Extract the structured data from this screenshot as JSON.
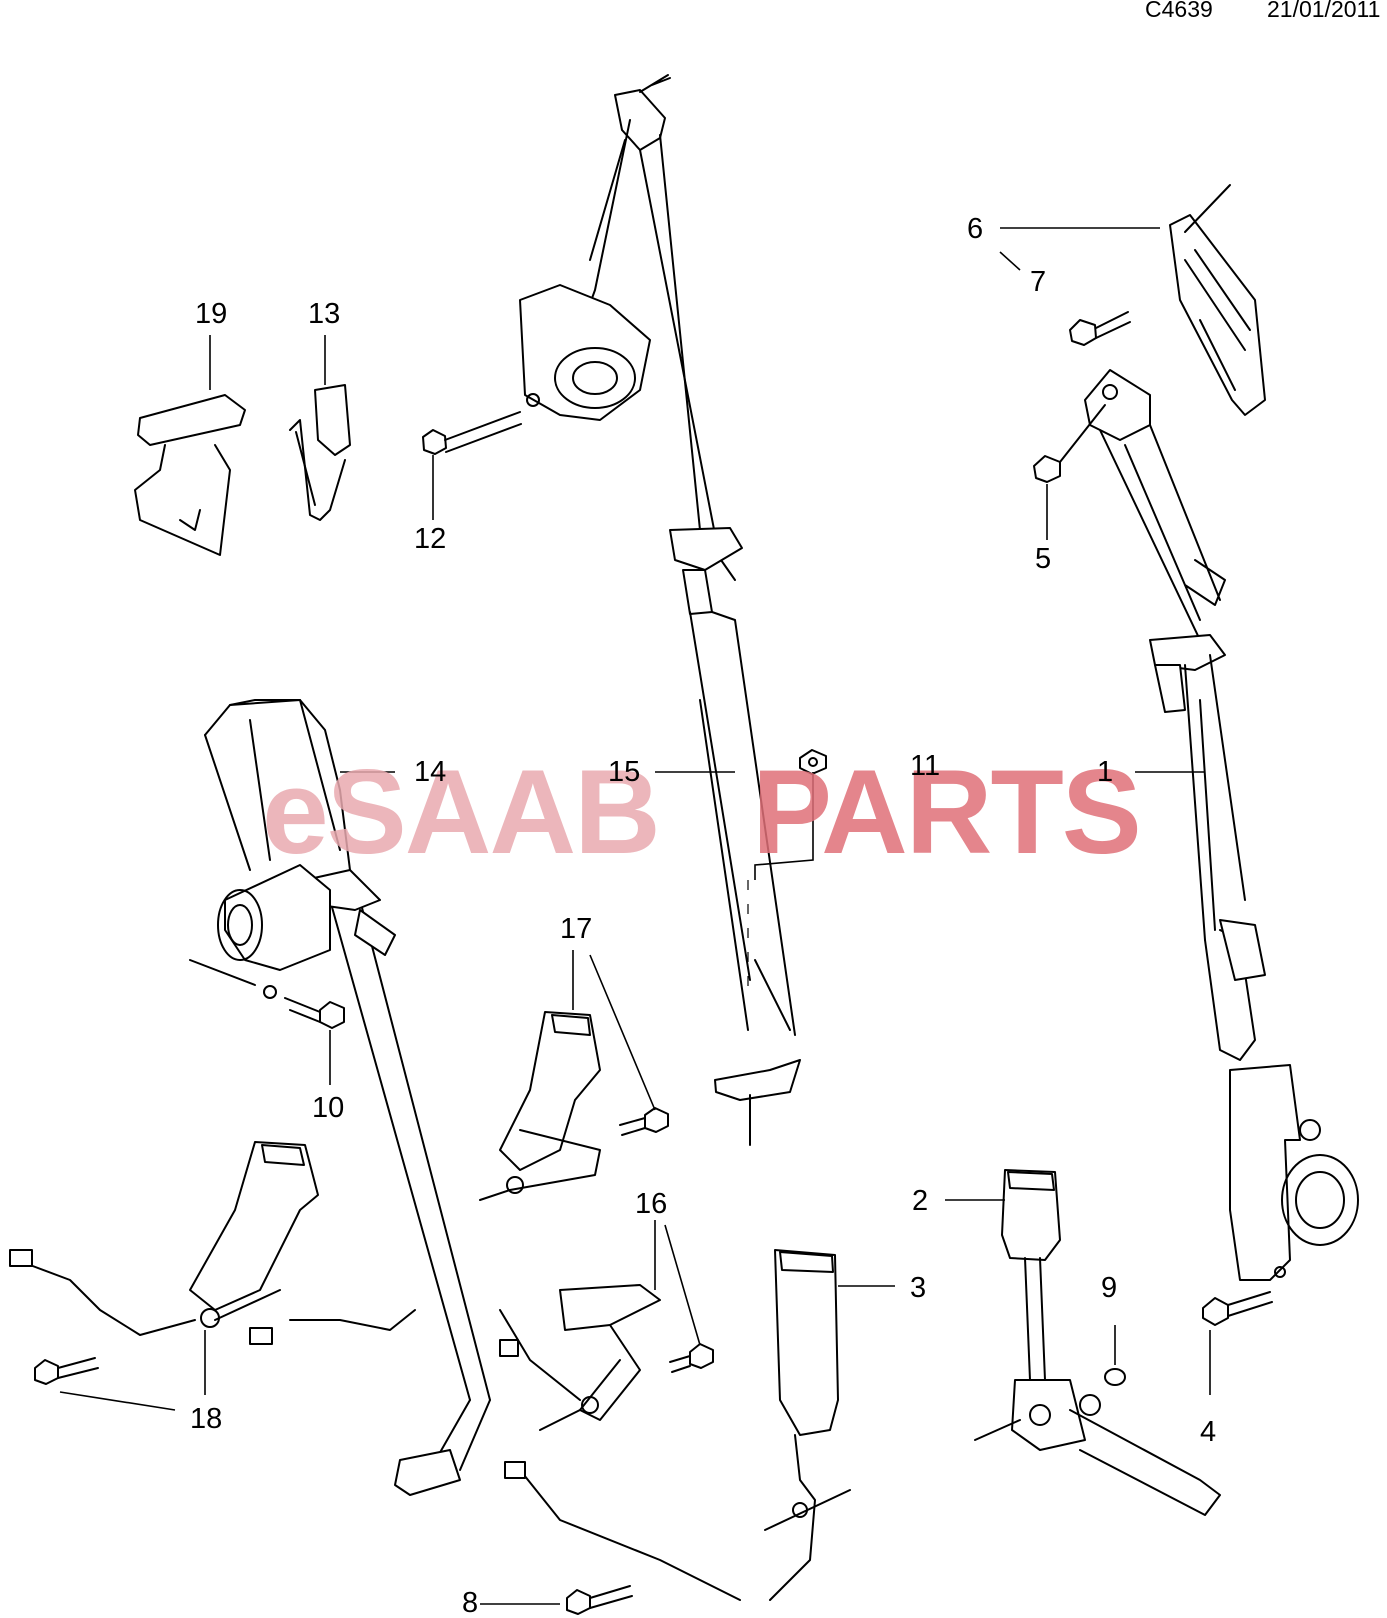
{
  "header": {
    "code": "C4639",
    "date": "21/01/2011"
  },
  "watermark": {
    "part1": "eSAAB",
    "part2": "PARTS",
    "color1": "#e9aab0",
    "color2": "#e07078"
  },
  "callouts": [
    "1",
    "2",
    "3",
    "4",
    "5",
    "6",
    "7",
    "8",
    "9",
    "10",
    "11",
    "12",
    "13",
    "14",
    "15",
    "16",
    "17",
    "18",
    "19"
  ]
}
